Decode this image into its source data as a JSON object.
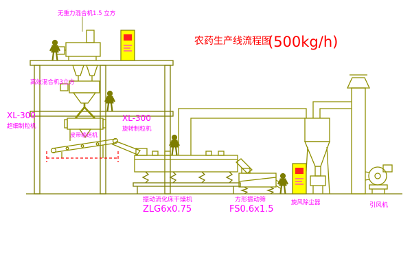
{
  "title": {
    "main": "农药生产线流程图",
    "capacity": "(500kg/h)"
  },
  "labels": {
    "top_mixer": "无重力混合机1.5 立方",
    "mid_mixer": "高效混合机3立方",
    "granulator_left_model": "XL-300",
    "granulator_left_name": "超细制粒机",
    "granulator_center_model": "XL-300",
    "granulator_center_name": "旋转制粒机",
    "belt_conveyor": "皮带输送机",
    "dryer_name": "振动流化床干燥机",
    "dryer_model": "ZLG6x0.75",
    "sieve_name": "方形振动筛",
    "sieve_model": "FS0.6x1.5",
    "cyclone": "旋风除尘器",
    "fan": "引风机"
  },
  "colors": {
    "line": "#7d7d00",
    "machine": "#8f8f00",
    "accent_yellow": "#ffff00",
    "label_magenta": "#ff00ff",
    "title_red": "#ff0000"
  }
}
